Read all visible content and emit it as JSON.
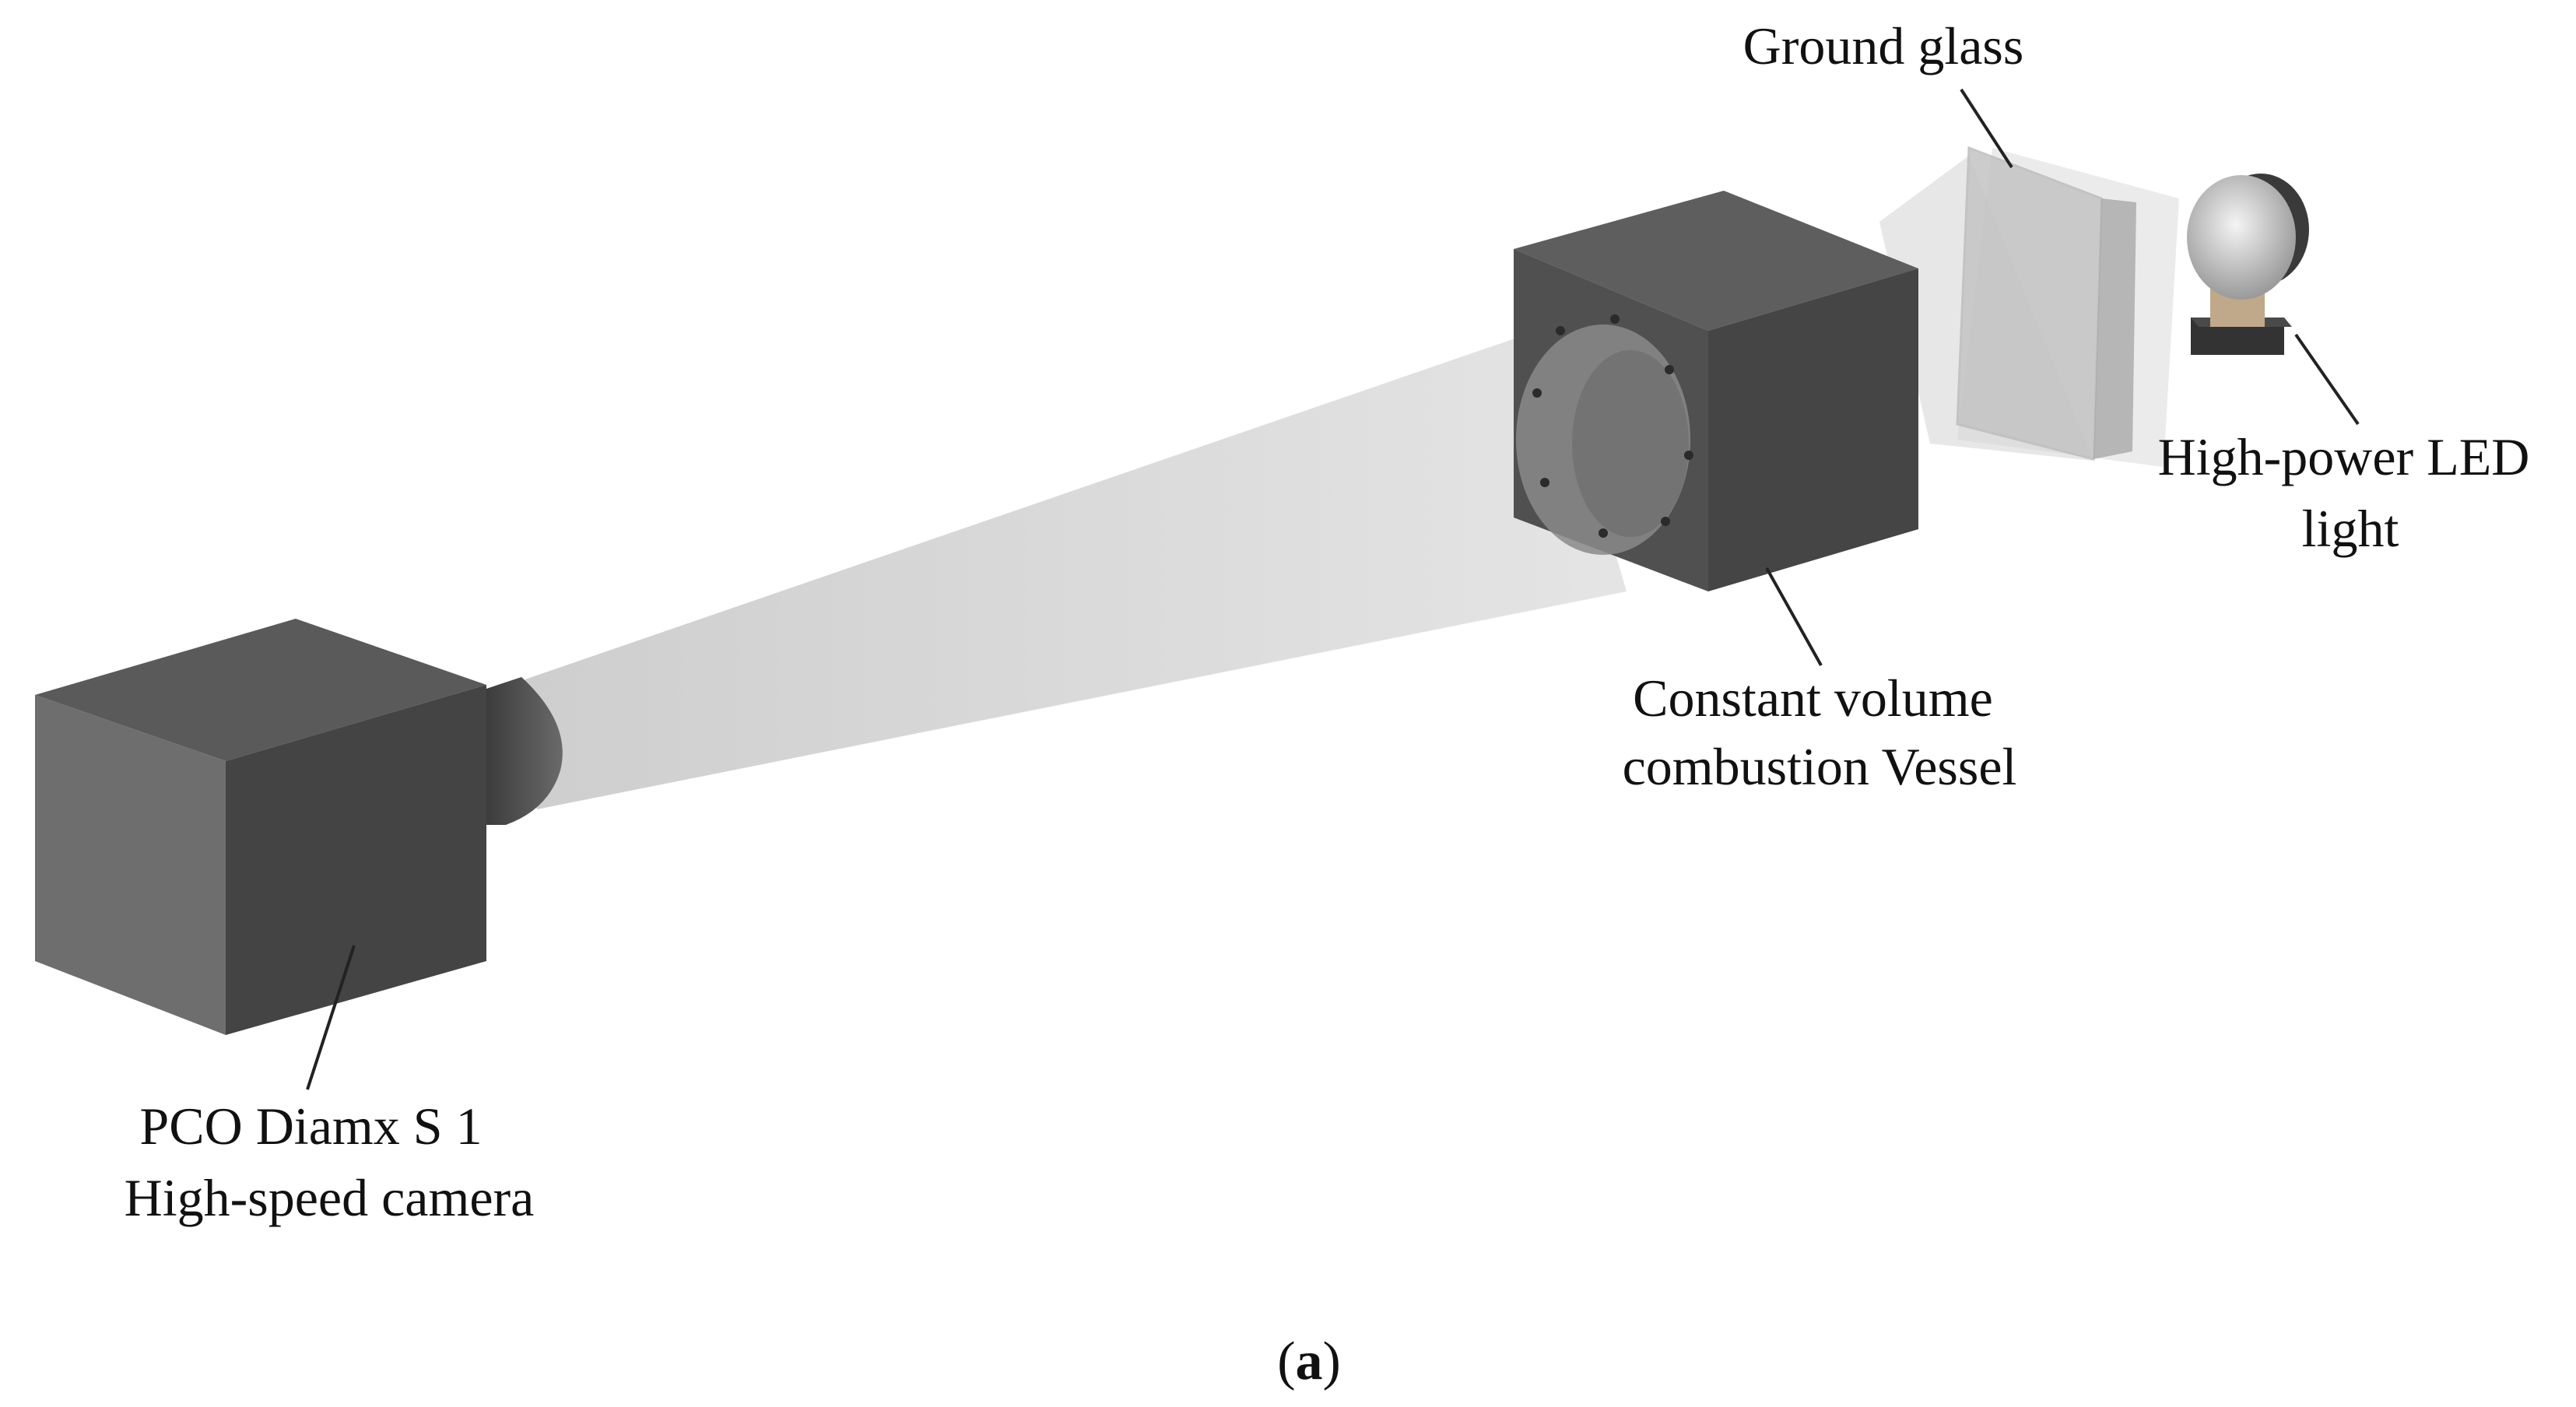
{
  "labels": {
    "ground_glass": "Ground glass",
    "led": [
      "High-power LED",
      "light"
    ],
    "vessel": [
      "Constant volume",
      "combustion Vessel"
    ],
    "camera": [
      "PCO Diamx S 1",
      "High-speed camera"
    ]
  },
  "caption": {
    "open": "(",
    "letter": "a",
    "close": ")"
  },
  "colors": {
    "box_front": "#4d4d4d",
    "box_top": "#5f5f5f",
    "box_side": "#454545",
    "camera_front": "#6b6b6b",
    "camera_right": "#444444",
    "beam": "#cfcfcf",
    "window": "#8a8a8a",
    "glass": "#c9c9c9",
    "led_body": "#d8d8d8",
    "led_dark": "#3a3a3a"
  }
}
